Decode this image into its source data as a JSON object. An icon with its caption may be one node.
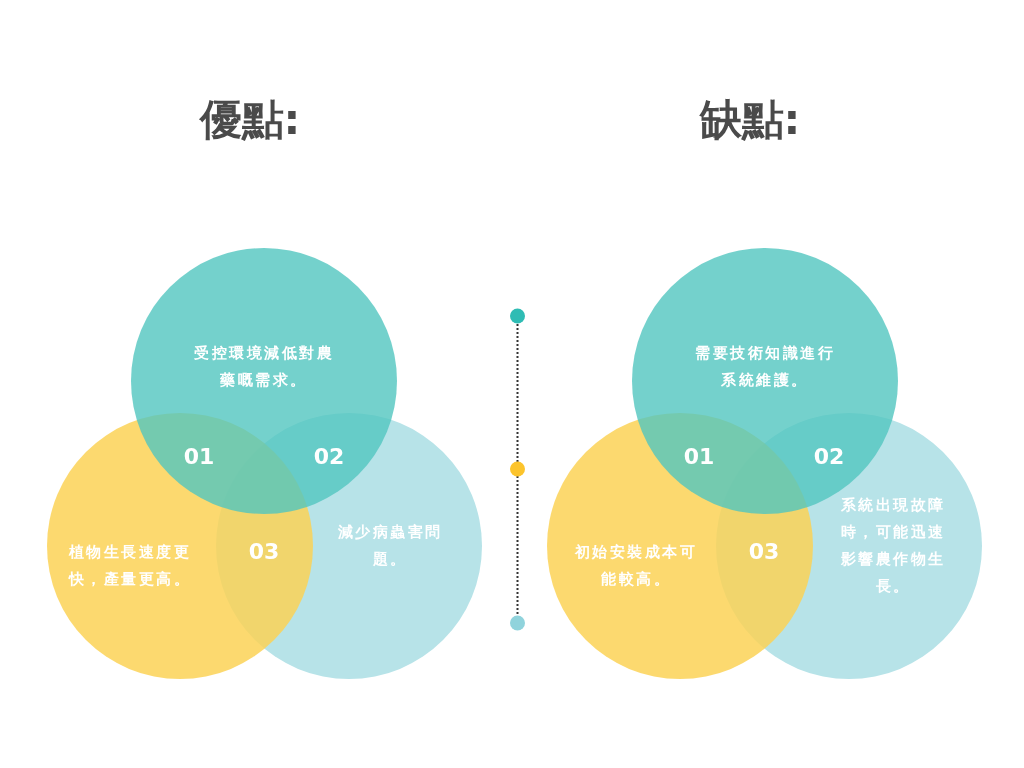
{
  "diagram": {
    "nodes": [
      {
        "text": [
          "受控環境減低對農藥嘅需求。"
        ]
      },
      {
        "text": [
          "植物生長速度更快，產量更高。"
        ]
      },
      {
        "text": [
          "減少病蟲害問題。"
        ]
      },
      {
        "text": [
          "需要技術知識進行系統維護。"
        ]
      },
      {
        "text": [
          "初始安裝成本可能較高。"
        ]
      },
      {
        "text": [
          "系統出現故障時，可能迅速影響農作物生長。"
        ]
      }
    ],
    "labels": [
      "優點:",
      "缺點:",
      "01",
      "02",
      "03",
      "01",
      "02",
      "03"
    ]
  }
}
